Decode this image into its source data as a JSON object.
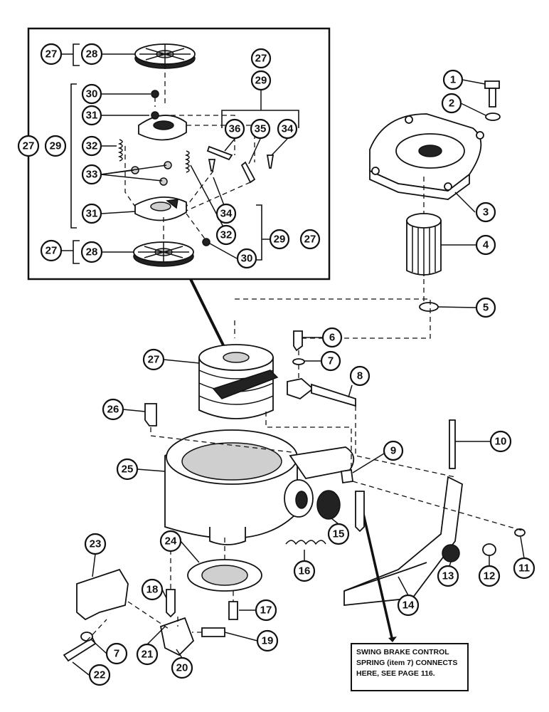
{
  "note": {
    "lines": [
      "SWING BRAKE CONTROL",
      "SPRING (item 7) CONNECTS",
      "HERE, SEE PAGE  116."
    ]
  },
  "callouts": [
    {
      "id": "c1",
      "label": "1"
    },
    {
      "id": "c2",
      "label": "2"
    },
    {
      "id": "c3",
      "label": "3"
    },
    {
      "id": "c4",
      "label": "4"
    },
    {
      "id": "c5",
      "label": "5"
    },
    {
      "id": "c6",
      "label": "6"
    },
    {
      "id": "c7a",
      "label": "7"
    },
    {
      "id": "c8",
      "label": "8"
    },
    {
      "id": "c9",
      "label": "9"
    },
    {
      "id": "c10",
      "label": "10"
    },
    {
      "id": "c11",
      "label": "11"
    },
    {
      "id": "c12",
      "label": "12"
    },
    {
      "id": "c13",
      "label": "13"
    },
    {
      "id": "c14",
      "label": "14"
    },
    {
      "id": "c15",
      "label": "15"
    },
    {
      "id": "c16",
      "label": "16"
    },
    {
      "id": "c17",
      "label": "17"
    },
    {
      "id": "c18",
      "label": "18"
    },
    {
      "id": "c19",
      "label": "19"
    },
    {
      "id": "c20",
      "label": "20"
    },
    {
      "id": "c21",
      "label": "21"
    },
    {
      "id": "c22",
      "label": "22"
    },
    {
      "id": "c23",
      "label": "23"
    },
    {
      "id": "c24",
      "label": "24"
    },
    {
      "id": "c25",
      "label": "25"
    },
    {
      "id": "c26",
      "label": "26"
    },
    {
      "id": "c27",
      "label": "27"
    },
    {
      "id": "c7b",
      "label": "7"
    },
    {
      "id": "i27a",
      "label": "27"
    },
    {
      "id": "i28a",
      "label": "28"
    },
    {
      "id": "i27b",
      "label": "27"
    },
    {
      "id": "i29a",
      "label": "29"
    },
    {
      "id": "i30a",
      "label": "30"
    },
    {
      "id": "i31a",
      "label": "31"
    },
    {
      "id": "i36",
      "label": "36"
    },
    {
      "id": "i35",
      "label": "35"
    },
    {
      "id": "i34a",
      "label": "34"
    },
    {
      "id": "i27c",
      "label": "27"
    },
    {
      "id": "i29b",
      "label": "29"
    },
    {
      "id": "i32a",
      "label": "32"
    },
    {
      "id": "i33",
      "label": "33"
    },
    {
      "id": "i34b",
      "label": "34"
    },
    {
      "id": "i31b",
      "label": "31"
    },
    {
      "id": "i32b",
      "label": "32"
    },
    {
      "id": "i29c",
      "label": "29"
    },
    {
      "id": "i27d",
      "label": "27"
    },
    {
      "id": "i27e",
      "label": "27"
    },
    {
      "id": "i28b",
      "label": "28"
    },
    {
      "id": "i30b",
      "label": "30"
    }
  ]
}
